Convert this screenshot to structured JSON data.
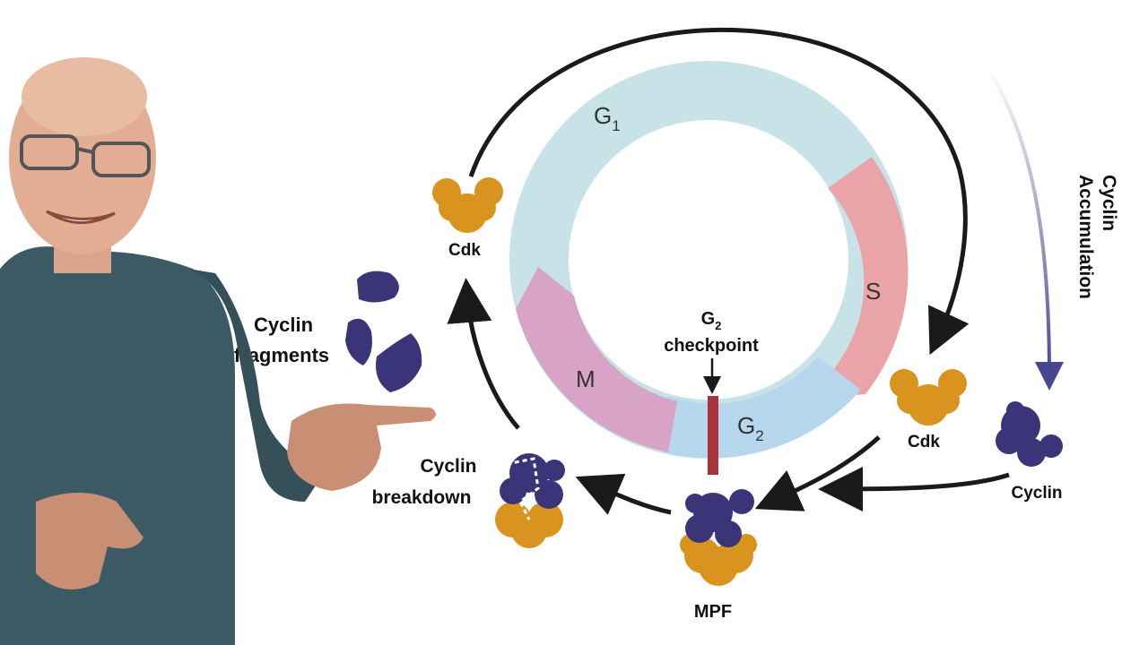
{
  "diagram": {
    "phases": {
      "g1": {
        "letter": "G",
        "sub": "1"
      },
      "s": {
        "letter": "S"
      },
      "g2": {
        "letter": "G",
        "sub": "2"
      },
      "m": {
        "letter": "M"
      }
    },
    "checkpoint": {
      "letter": "G",
      "sub": "2",
      "word": "checkpoint"
    },
    "labels": {
      "cdk_top": "Cdk",
      "cdk_right": "Cdk",
      "cyclin": "Cyclin",
      "mpf": "MPF",
      "breakdown_line1": "Cyclin",
      "breakdown_line2": "breakdown",
      "fragments_line1": "Cyclin",
      "fragments_line2": "fragments",
      "accumulation_line1": "Cyclin",
      "accumulation_line2": "Accumulation"
    },
    "colors": {
      "g1": "#c7e3e8",
      "s": "#eaa3a6",
      "g2": "#b6d6ee",
      "m": "#d7a3c7",
      "cdk": "#d9931f",
      "cyclin": "#3c3479",
      "checkpoint_bar": "#a83338",
      "accumulation_arrow": "#4a4590"
    }
  }
}
